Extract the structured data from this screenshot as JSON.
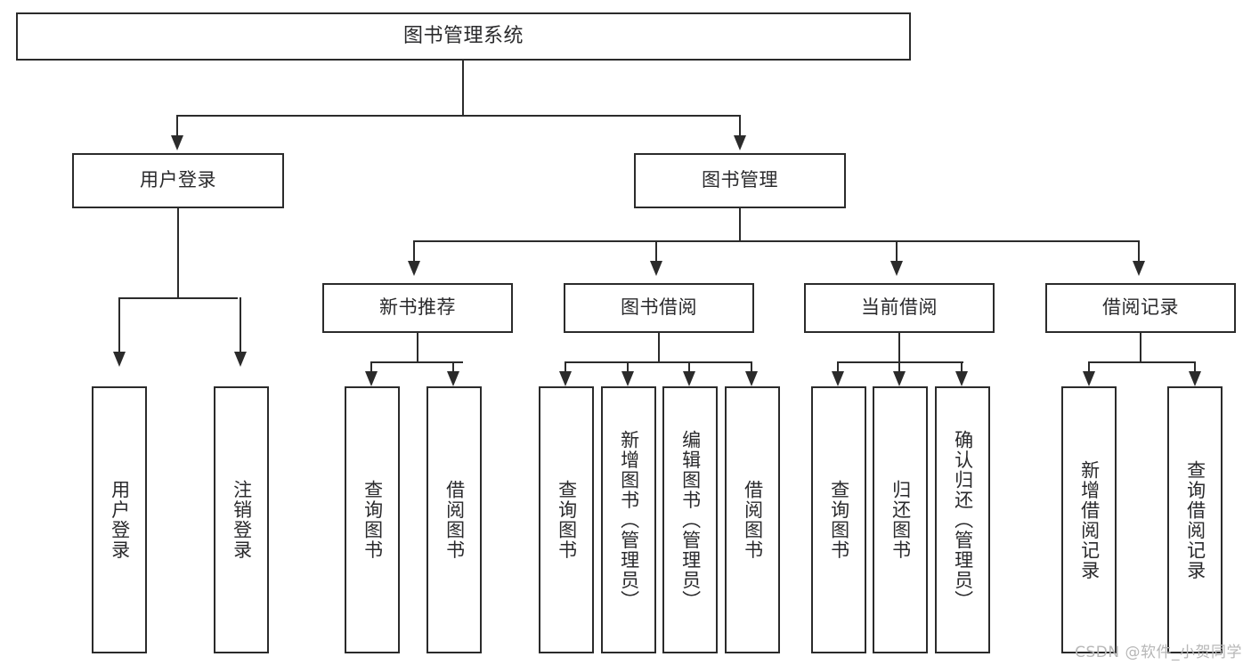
{
  "diagram": {
    "title": "图书管理系统",
    "watermark": "CSDN @软件_小贺同学",
    "line_color": "#2b2b2b",
    "box_fill": "#ffffff",
    "text_color": "#2a2a2c"
  },
  "nodes": {
    "root": {
      "label": "图书管理系统"
    },
    "level2": [
      {
        "label": "用户登录"
      },
      {
        "label": "图书管理"
      }
    ],
    "level3": [
      {
        "label": "新书推荐"
      },
      {
        "label": "图书借阅"
      },
      {
        "label": "当前借阅"
      },
      {
        "label": "借阅记录"
      }
    ],
    "leaves": {
      "user_login": [
        {
          "label": "用户登录"
        },
        {
          "label": "注销登录"
        }
      ],
      "new_book_rec": [
        {
          "label": "查询图书"
        },
        {
          "label": "借阅图书"
        }
      ],
      "book_borrow": [
        {
          "label": "查询图书"
        },
        {
          "label": "新增图书（管理员）"
        },
        {
          "label": "编辑图书（管理员）"
        },
        {
          "label": "借阅图书"
        }
      ],
      "current_borrow": [
        {
          "label": "查询图书"
        },
        {
          "label": "归还图书"
        },
        {
          "label": "确认归还（管理员）"
        }
      ],
      "borrow_record": [
        {
          "label": "新增借阅记录"
        },
        {
          "label": "查询借阅记录"
        }
      ]
    }
  }
}
